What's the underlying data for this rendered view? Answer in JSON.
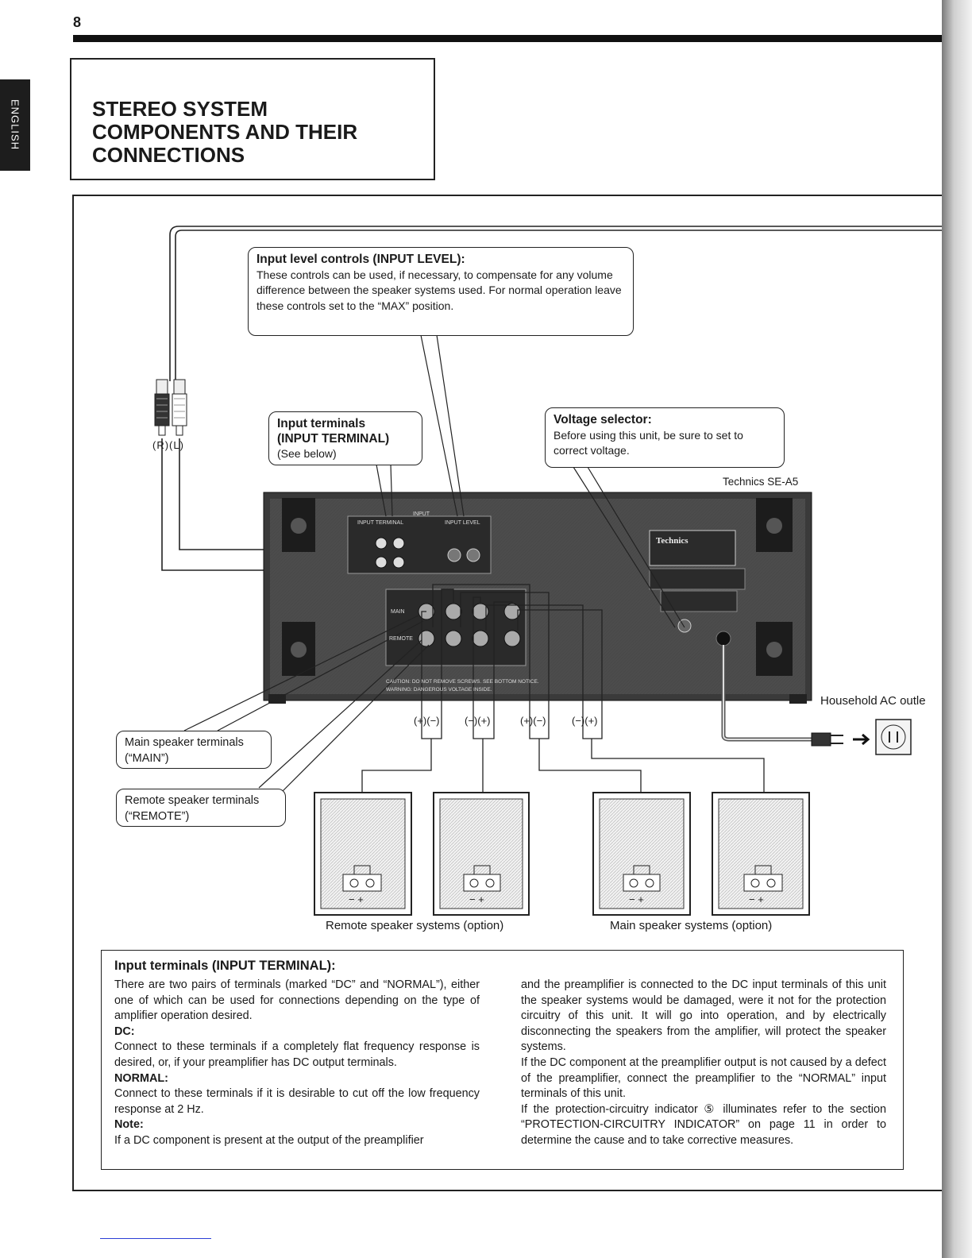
{
  "page": {
    "number": "8",
    "language_tab": "ENGLISH",
    "title": "STEREO SYSTEM\nCOMPONENTS AND THEIR\nCONNECTIONS"
  },
  "diagram": {
    "callouts": {
      "input_level": {
        "heading": "Input level controls (INPUT LEVEL):",
        "body": "These controls can be used, if necessary, to compensate for any volume difference between the speaker systems used. For normal operation leave these controls set to the “MAX” position."
      },
      "input_terminals": {
        "heading_line1": "Input terminals",
        "heading_line2": "(INPUT TERMINAL)",
        "body": "(See below)"
      },
      "voltage_selector": {
        "heading": "Voltage selector:",
        "body": "Before using this unit, be sure to set to correct voltage."
      },
      "main_speaker_terminals": {
        "line1": "Main speaker terminals",
        "line2": "(“MAIN”)"
      },
      "remote_speaker_terminals": {
        "line1": "Remote speaker terminals",
        "line2": "(“REMOTE”)"
      }
    },
    "labels": {
      "rca_plugs": "(R)(L)",
      "model": "Technics SE-A5",
      "ac_outlet": "Household AC outle",
      "polarity_1": "(+)(−)",
      "polarity_2": "(−)(+)",
      "polarity_3": "(+)(−)",
      "polarity_4": "(−)(+)",
      "speaker_polarity": "− +",
      "remote_systems": "Remote speaker systems (option)",
      "main_systems": "Main speaker systems (option)"
    },
    "amplifier_panel": {
      "brand_plate": "Technics",
      "input_label": "INPUT",
      "input_terminal_label": "INPUT TERMINAL",
      "input_level_label": "INPUT LEVEL",
      "main_label": "MAIN",
      "remote_label": "REMOTE",
      "caution": "CAUTION: DO NOT REMOVE SCREWS. SEE BOTTOM NOTICE.",
      "warning": "WARNING: DANGEROUS VOLTAGE INSIDE."
    }
  },
  "section": {
    "heading": "Input terminals (INPUT TERMINAL):",
    "left": {
      "intro": "There are two pairs of terminals (marked “DC” and “NORMAL”), either one of which can be used for connections depending on the type of amplifier operation desired.",
      "dc_head": "DC:",
      "dc_text": "Connect to these terminals if a completely flat frequency response is desired, or, if your preamplifier has DC output terminals.",
      "normal_head": "NORMAL:",
      "normal_text": "Connect to these terminals if it is desirable to cut off the low frequency response at 2 Hz.",
      "note_head": "Note:",
      "note_text": "If a DC component is present at the output of the preamplifier"
    },
    "right": {
      "p1": "and the preamplifier is connected to the DC input terminals of this unit the speaker systems would be damaged, were it not for the protection circuitry of this unit. It will go into operation, and by electrically disconnecting the speakers from the amplifier, will protect the speaker systems.",
      "p2": "If the DC component at the preamplifier output is not caused by a defect of the preamplifier, connect the preamplifier to the “NORMAL” input terminals of this unit.",
      "p3": "If the protection-circuitry indicator ⑤ illuminates refer to the section “PROTECTION-CIRCUITRY INDICATOR” on page 11 in order to determine the cause and to take corrective measures."
    }
  },
  "colors": {
    "ink": "#1a1a1a",
    "amp_body": "#3a3a3a",
    "amp_dark": "#1c1c1c",
    "speaker_face": "#e4e4e4"
  }
}
